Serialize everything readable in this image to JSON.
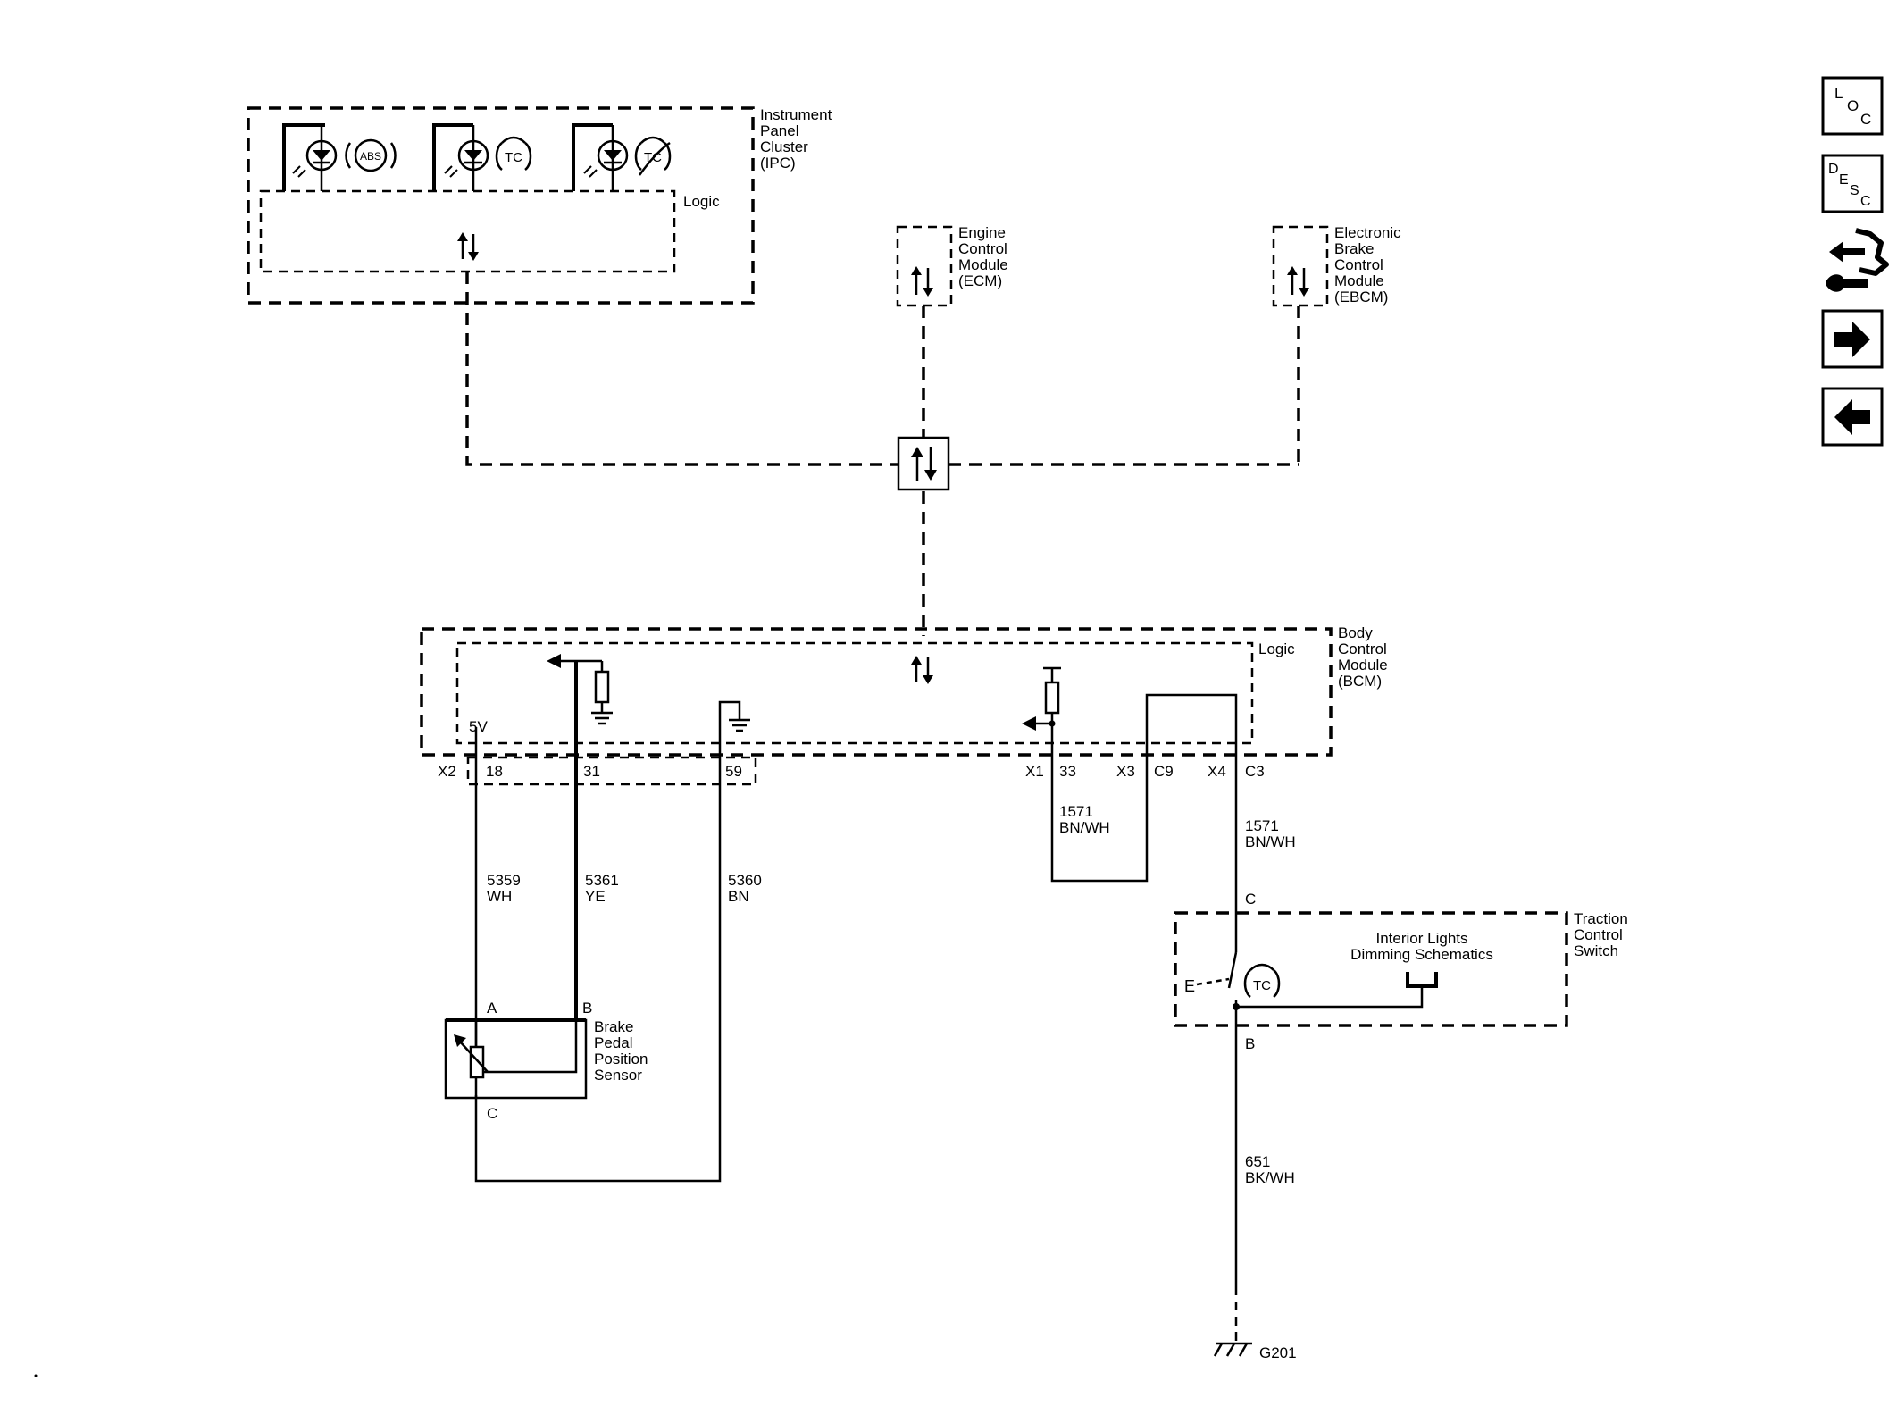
{
  "modules": {
    "ipc": {
      "line1": "Instrument",
      "line2": "Panel",
      "line3": "Cluster",
      "line4": "(IPC)",
      "logic_label": "Logic"
    },
    "ecm": {
      "line1": "Engine",
      "line2": "Control",
      "line3": "Module",
      "line4": "(ECM)"
    },
    "ebcm": {
      "line1": "Electronic",
      "line2": "Brake",
      "line3": "Control",
      "line4": "Module",
      "line5": "(EBCM)"
    },
    "bcm": {
      "line1": "Body",
      "line2": "Control",
      "line3": "Module",
      "line4": "(BCM)",
      "logic_label": "Logic",
      "voltage_label": "5V"
    }
  },
  "indicators": {
    "abs": "ABS",
    "tc": "TC",
    "tc_off": "TC"
  },
  "connectors": {
    "x2": "X2",
    "x2_18": "18",
    "x2_31": "31",
    "x2_59": "59",
    "x1": "X1",
    "x1_33": "33",
    "x3": "X3",
    "x3_c9": "C9",
    "x4": "X4",
    "x4_c3": "C3"
  },
  "wires": {
    "w5359": {
      "circuit": "5359",
      "color": "WH"
    },
    "w5361": {
      "circuit": "5361",
      "color": "YE"
    },
    "w5360": {
      "circuit": "5360",
      "color": "BN"
    },
    "w1571a": {
      "circuit": "1571",
      "color": "BN/WH"
    },
    "w1571b": {
      "circuit": "1571",
      "color": "BN/WH"
    },
    "w651": {
      "circuit": "651",
      "color": "BK/WH"
    }
  },
  "sensor": {
    "line1": "Brake",
    "line2": "Pedal",
    "line3": "Position",
    "line4": "Sensor",
    "pin_a": "A",
    "pin_b": "B",
    "pin_c": "C"
  },
  "switch": {
    "line1": "Traction",
    "line2": "Control",
    "line3": "Switch",
    "pin_c": "C",
    "pin_b": "B",
    "icon_text": "TC",
    "actuator": "E",
    "ref_line1": "Interior Lights",
    "ref_line2": "Dimming Schematics"
  },
  "ground": {
    "label": "G201"
  },
  "nav": {
    "loc": {
      "l1": "L",
      "l2": "O",
      "l3": "C"
    },
    "desc": {
      "l1": "D",
      "l2": "E",
      "l3": "S",
      "l4": "C"
    }
  }
}
